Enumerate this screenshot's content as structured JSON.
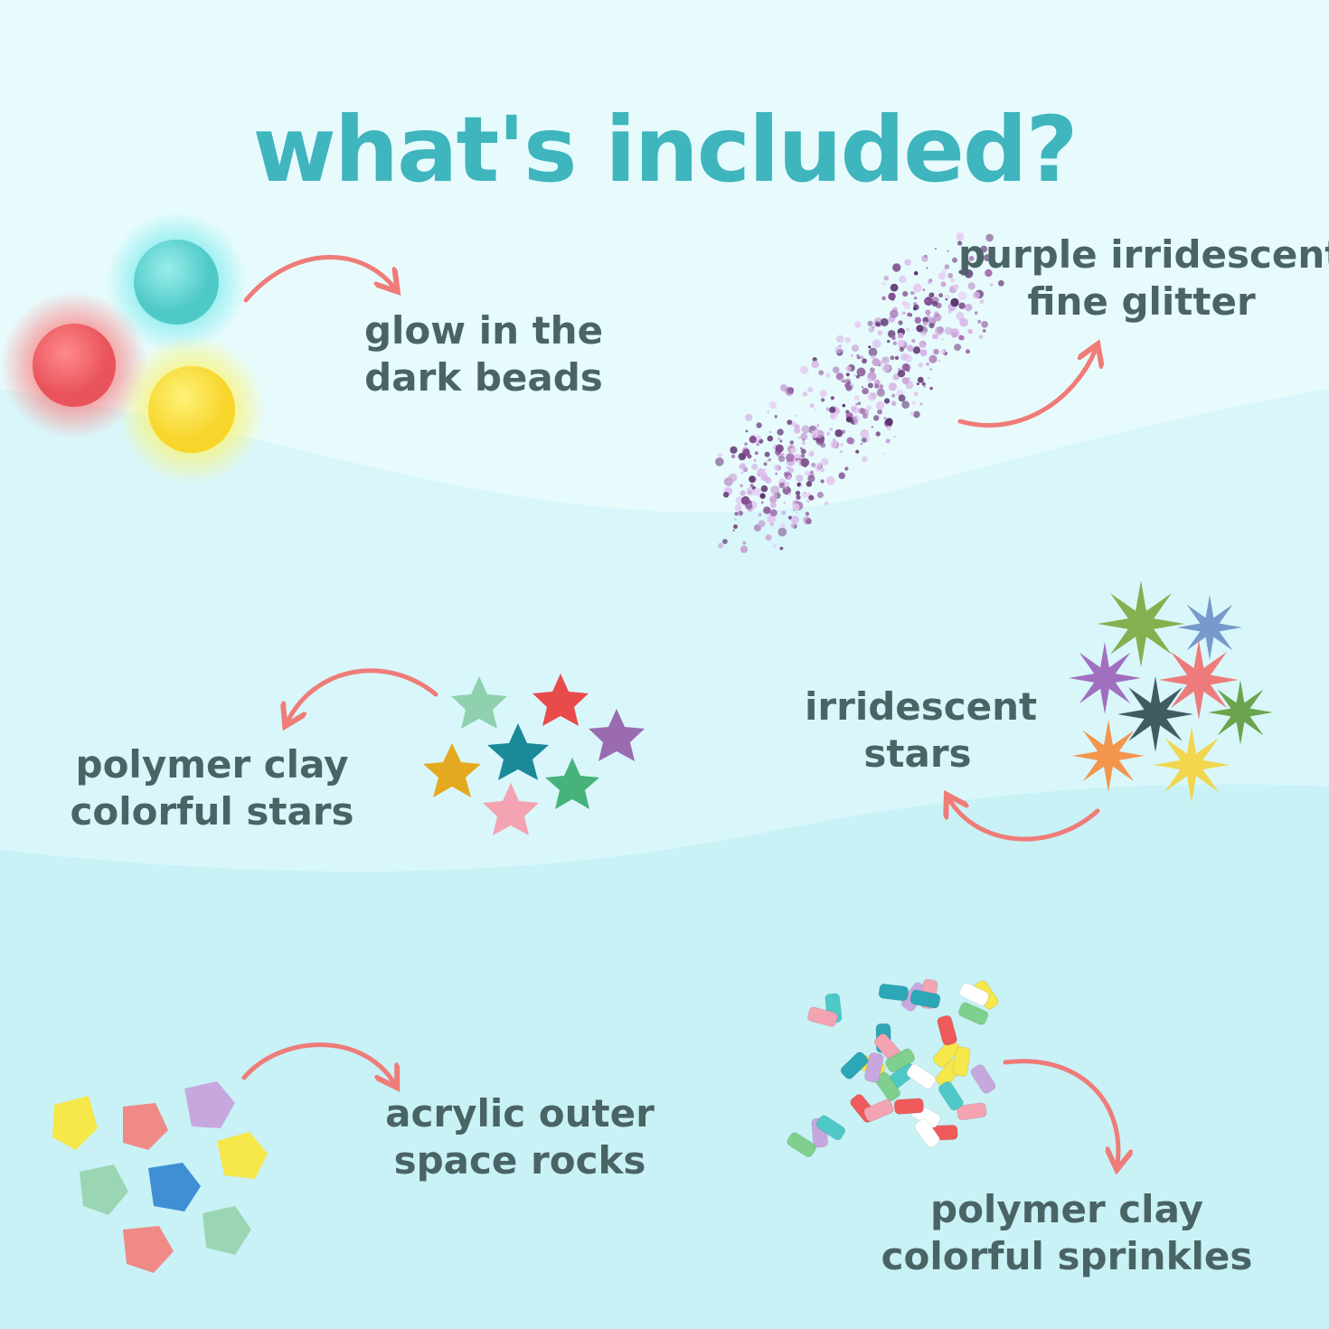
{
  "title": "what's included?",
  "colors": {
    "title": "#3fb5be",
    "label": "#4a6466",
    "arrow": "#ef7c78",
    "bg_top": "#e7fbfd",
    "bg_bottom": "#c9f3f7"
  },
  "items": [
    {
      "lines": [
        "glow in the",
        "dark beads"
      ],
      "icon": "glow-beads-icon"
    },
    {
      "lines": [
        "purple irridescent",
        "fine glitter"
      ],
      "icon": "glitter-icon"
    },
    {
      "lines": [
        "polymer clay",
        "colorful stars"
      ],
      "icon": "clay-stars-icon"
    },
    {
      "lines": [
        "irridescent",
        "stars"
      ],
      "icon": "irridescent-stars-icon"
    },
    {
      "lines": [
        "acrylic outer",
        "space rocks"
      ],
      "icon": "space-rocks-icon"
    },
    {
      "lines": [
        "polymer clay",
        "colorful sprinkles"
      ],
      "icon": "sprinkles-icon"
    }
  ]
}
